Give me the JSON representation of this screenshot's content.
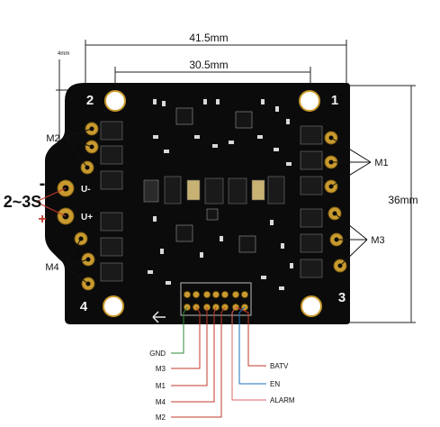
{
  "dimensions": {
    "width_total": "41.5mm",
    "width_holes": "30.5mm",
    "height": "36mm",
    "corner": "4mm"
  },
  "board": {
    "corner_numbers": [
      "2",
      "1",
      "4",
      "3"
    ],
    "left_pad_labels": {
      "u_minus": "U-",
      "u_plus": "U+"
    }
  },
  "labels": {
    "motor_groups": [
      "M2",
      "M1",
      "M3",
      "M4"
    ],
    "voltage": "2~3S",
    "minus": "-",
    "plus": "+"
  },
  "connector": {
    "pins": [
      {
        "label": "GND",
        "color": "#2e8b3a"
      },
      {
        "label": "M3",
        "color": "#c0392b"
      },
      {
        "label": "M1",
        "color": "#c0392b"
      },
      {
        "label": "M4",
        "color": "#c0392b"
      },
      {
        "label": "M2",
        "color": "#c0392b"
      },
      {
        "label": "BATV",
        "color": "#c0392b"
      },
      {
        "label": "EN",
        "color": "#1e6fb8"
      },
      {
        "label": "ALARM",
        "color": "#e06666"
      }
    ]
  },
  "colors": {
    "board": "#0b0b0b",
    "gold": "#c99a2e",
    "component": "#1a1a1a",
    "silkscreen": "#e8e8e8",
    "dimension_line": "#222222",
    "voltage_line": "#c0392b"
  }
}
